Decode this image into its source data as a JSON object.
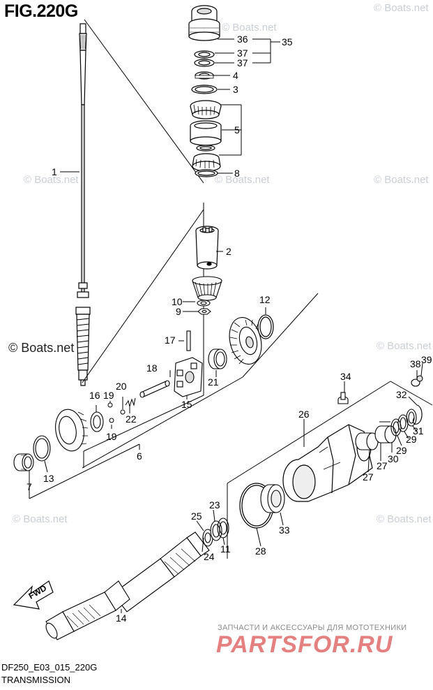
{
  "figure": {
    "title": "FIG.220G",
    "code": "DF250_E03_015_220G",
    "subtitle": "TRANSMISSION"
  },
  "watermarks": {
    "boats": "© Boats.net",
    "partsfor_tagline": "ЗАПЧАСТИ И АКСЕССУАРЫ ДЛЯ МОТОТЕХНИКИ",
    "partsfor_logo": "PARTSFOR.RU"
  },
  "arrow": {
    "label": "FWD"
  },
  "callouts": [
    {
      "id": "c1",
      "label": "1"
    },
    {
      "id": "c2",
      "label": "2"
    },
    {
      "id": "c3",
      "label": "3"
    },
    {
      "id": "c4",
      "label": "4"
    },
    {
      "id": "c5",
      "label": "5"
    },
    {
      "id": "c6",
      "label": "6"
    },
    {
      "id": "c7",
      "label": "7"
    },
    {
      "id": "c8",
      "label": "8"
    },
    {
      "id": "c9",
      "label": "9"
    },
    {
      "id": "c10",
      "label": "10"
    },
    {
      "id": "c11",
      "label": "11"
    },
    {
      "id": "c12",
      "label": "12"
    },
    {
      "id": "c13",
      "label": "13"
    },
    {
      "id": "c14",
      "label": "14"
    },
    {
      "id": "c15",
      "label": "15"
    },
    {
      "id": "c16",
      "label": "16"
    },
    {
      "id": "c17",
      "label": "17"
    },
    {
      "id": "c18",
      "label": "18"
    },
    {
      "id": "c19a",
      "label": "19"
    },
    {
      "id": "c19b",
      "label": "19"
    },
    {
      "id": "c20",
      "label": "20"
    },
    {
      "id": "c21",
      "label": "21"
    },
    {
      "id": "c22",
      "label": "22"
    },
    {
      "id": "c23",
      "label": "23"
    },
    {
      "id": "c24",
      "label": "24"
    },
    {
      "id": "c25",
      "label": "25"
    },
    {
      "id": "c26",
      "label": "26"
    },
    {
      "id": "c27a",
      "label": "27"
    },
    {
      "id": "c27b",
      "label": "27"
    },
    {
      "id": "c28",
      "label": "28"
    },
    {
      "id": "c29a",
      "label": "29"
    },
    {
      "id": "c29b",
      "label": "29"
    },
    {
      "id": "c30",
      "label": "30"
    },
    {
      "id": "c31",
      "label": "31"
    },
    {
      "id": "c32",
      "label": "32"
    },
    {
      "id": "c33",
      "label": "33"
    },
    {
      "id": "c34",
      "label": "34"
    },
    {
      "id": "c35",
      "label": "35"
    },
    {
      "id": "c36",
      "label": "36"
    },
    {
      "id": "c37a",
      "label": "37"
    },
    {
      "id": "c37b",
      "label": "37"
    },
    {
      "id": "c38",
      "label": "38"
    },
    {
      "id": "c39",
      "label": "39"
    }
  ]
}
